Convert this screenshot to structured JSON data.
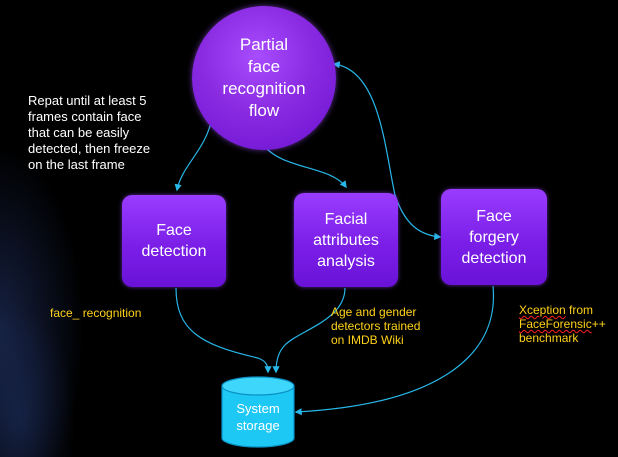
{
  "nodes": {
    "partial_flow": [
      "Partial",
      "face",
      "recognition",
      "flow"
    ],
    "face_detection": [
      "Face",
      "detection"
    ],
    "facial_attributes": [
      "Facial",
      "attributes",
      "analysis"
    ],
    "face_forgery": [
      "Face",
      "forgery",
      "detection"
    ],
    "system_storage": [
      "System",
      "storage"
    ]
  },
  "notes": {
    "repeat": [
      "Repat until at least 5",
      "frames contain face",
      "that can be easily",
      "detected, then freeze",
      "on the last frame"
    ],
    "face_recognition": "face_ recognition",
    "age_gender": [
      "Age and gender",
      "detectors trained",
      "on IMDB Wiki"
    ],
    "xception": {
      "line1_word": "Xception",
      "line1_rest": " from",
      "line2_word": "FaceForensic",
      "line2_rest": "++",
      "line3": "benchmark"
    }
  },
  "colors": {
    "node_fill": "#7b1fe8",
    "connector": "#29b6e8",
    "storage_fill": "#1ec8f5",
    "note_yellow": "#ffd21a",
    "background": "#000000"
  }
}
